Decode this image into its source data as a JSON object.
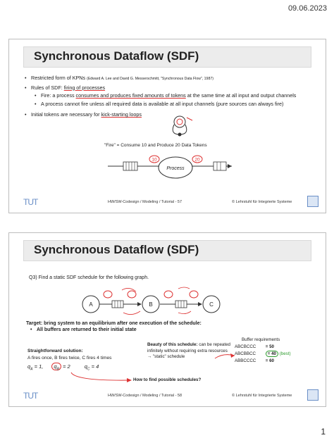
{
  "page": {
    "date": "09.06.2023",
    "page_number": "1"
  },
  "slide1": {
    "title": "Synchronous Dataflow (SDF)",
    "b1": "Restricted form of KPNs",
    "b1_ref": "(Edward A. Lee and David G. Messerschmitt, \"Synchronous Data Flow\", 1987)",
    "b2_prefix": "Rules of SDF: ",
    "b2_underlined": "firing of processes",
    "s1_prefix": "Fire: a process ",
    "s1_underlined": "consumes and produces fixed amounts of tokens",
    "s1_suffix": " at the same time at all input and output channels",
    "s2": "A process cannot fire unless all required data is available at all input channels (pure sources can always fire)",
    "b3_prefix": "Initial tokens are necessary for ",
    "b3_underlined": "kick-starting loops",
    "fire_caption": "\"Fire\" = Consume 10 and Produce 20 Data Tokens",
    "process_label": "Process",
    "consume_label": "10",
    "produce_label": "20",
    "footer": "HW/SW-Codesign / Modeling / Tutorial - 57",
    "chair": "© Lehrstuhl für Integrierte Systeme",
    "logo": "TUT"
  },
  "slide2": {
    "title": "Synchronous Dataflow (SDF)",
    "question": "Q3) Find a static SDF schedule for the following graph.",
    "nodes": [
      "A",
      "B",
      "C"
    ],
    "target_line": "Target: bring system to an equilibrium after one execution of the schedule:",
    "target_bullet": "All buffers are returned to their initial state",
    "beauty_bold": "Beauty of this schedule:",
    "beauty_rest": " can be repeated infinitely without requiring extra resources",
    "beauty_static": "→ \"static\" schedule",
    "buffer_title": "Buffer requirements",
    "buffers": [
      {
        "sched": "ABCBCCC",
        "val": "= 50",
        "note": ""
      },
      {
        "sched": "ABCBBCC",
        "val": "= 40",
        "note": "(best)"
      },
      {
        "sched": "ABBCCCC",
        "val": "= 60",
        "note": ""
      }
    ],
    "sfs_title": "Straightforward solution:",
    "sfs_text": "A fires once, B fires twice, C fires 4 times",
    "q_a": "q",
    "q_a_sub": "A",
    "q_a_val": " = 1,",
    "q_b": "q",
    "q_b_sub": "B",
    "q_b_val": " = 2",
    "q_c": "q",
    "q_c_sub": "C",
    "q_c_val": " = 4",
    "howto": "How to find possible schedules?",
    "footer": "HW/SW-Codesign / Modeling / Tutorial - 58",
    "chair": "© Lehrstuhl für Integrierte Systeme",
    "logo": "TUT"
  }
}
